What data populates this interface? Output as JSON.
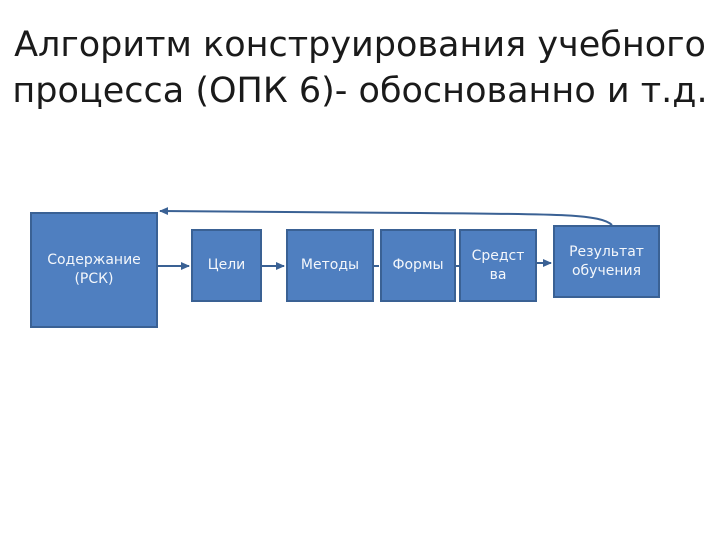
{
  "title": {
    "line1": "Алгоритм конструирования учебного",
    "line2": "процесса (ОПК 6)- обоснованно и т.д."
  },
  "boxes": [
    {
      "label": "Содержание\n(РСК)"
    },
    {
      "label": "Цели"
    },
    {
      "label": "Методы"
    },
    {
      "label": "Формы"
    },
    {
      "label": "Средст\nва"
    },
    {
      "label": "Результат\nобучения"
    }
  ],
  "colors": {
    "box_fill": "#4f7fc0",
    "box_border": "#3a6194",
    "arrow": "#3a6194"
  }
}
